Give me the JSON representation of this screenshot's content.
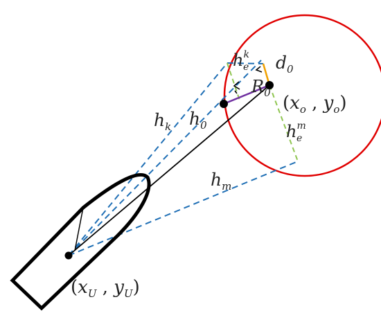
{
  "colors": {
    "circle": "#e00000",
    "dashed_blue": "#1f6fb5",
    "dashed_green": "#8fc550",
    "purple": "#7030a0",
    "orange": "#f0a000",
    "black": "#000000"
  },
  "labels": {
    "h_k": {
      "base": "h",
      "sub": "k"
    },
    "h_0": {
      "base": "h",
      "sub": "0"
    },
    "h_m": {
      "base": "h",
      "sub": "m"
    },
    "h_e_k": {
      "base": "h",
      "sub": "e",
      "sup": "k"
    },
    "h_e_m": {
      "base": "h",
      "sub": "e",
      "sup": "m"
    },
    "d_0": {
      "base": "d",
      "sub": "0"
    },
    "R_0": {
      "base": "R",
      "sub": "0"
    },
    "obstacle_coord": {
      "open": "(",
      "x": "x",
      "x_sub": "o",
      "sep": " , ",
      "y": "y",
      "y_sub": "o",
      "close": ")"
    },
    "usv_coord": {
      "open": "(",
      "x": "x",
      "x_sub": "U",
      "sep": " , ",
      "y": "y",
      "y_sub": "U",
      "close": ")"
    }
  }
}
